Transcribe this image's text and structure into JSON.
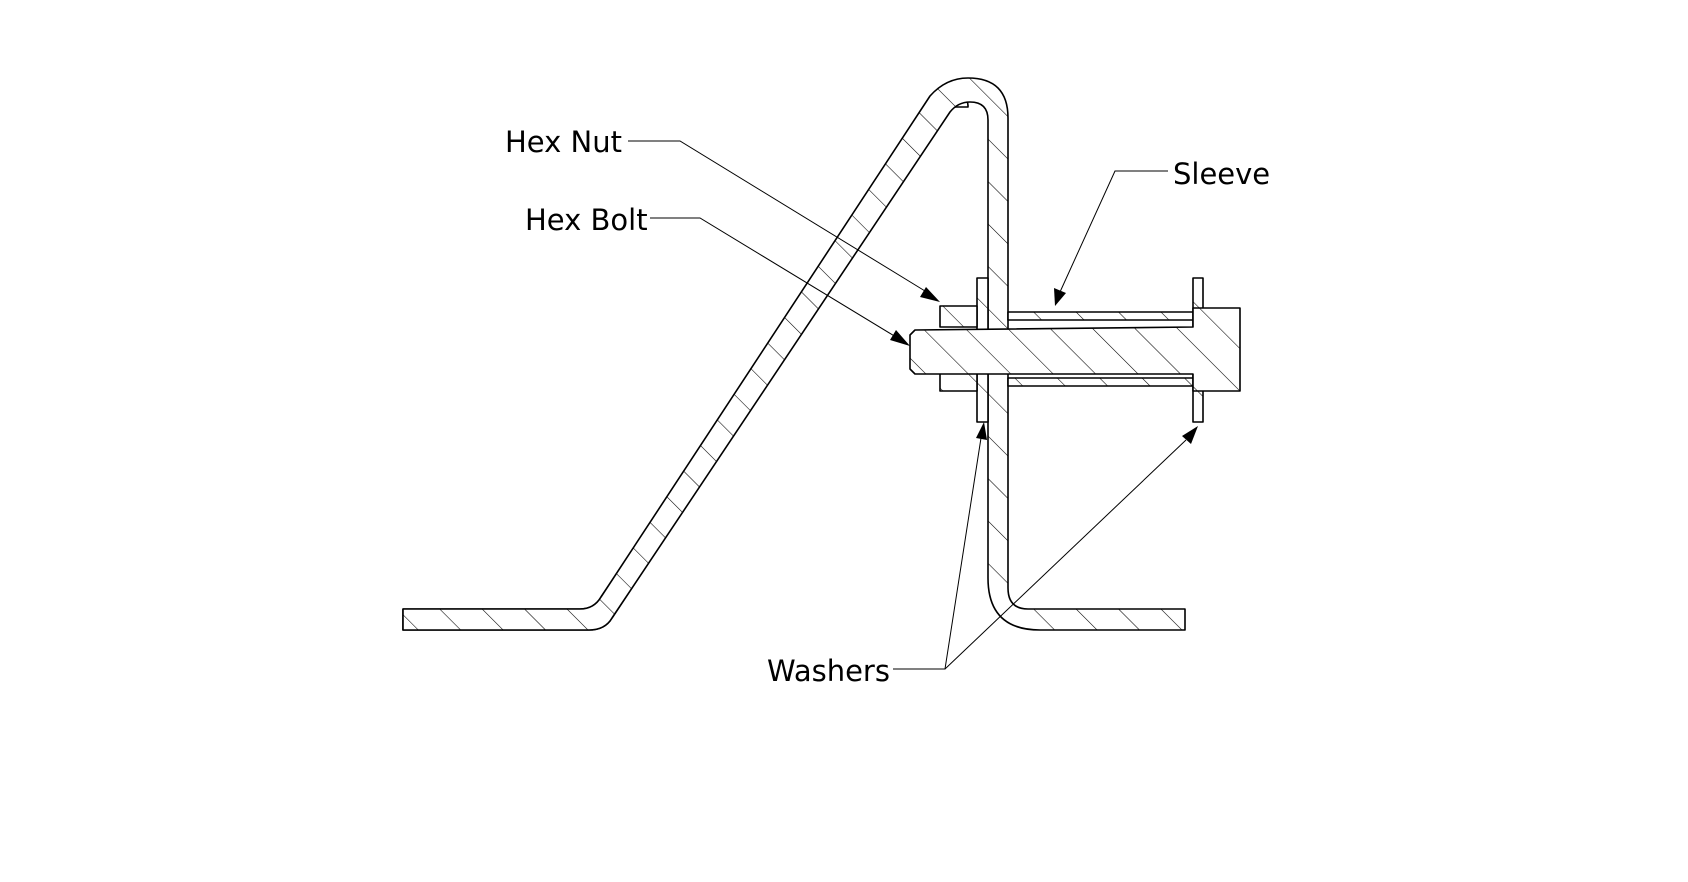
{
  "labels": {
    "hex_nut": "Hex Nut",
    "hex_bolt": "Hex Bolt",
    "sleeve": "Sleeve",
    "washers": "Washers"
  },
  "colors": {
    "line": "#000000",
    "background": "#ffffff"
  }
}
